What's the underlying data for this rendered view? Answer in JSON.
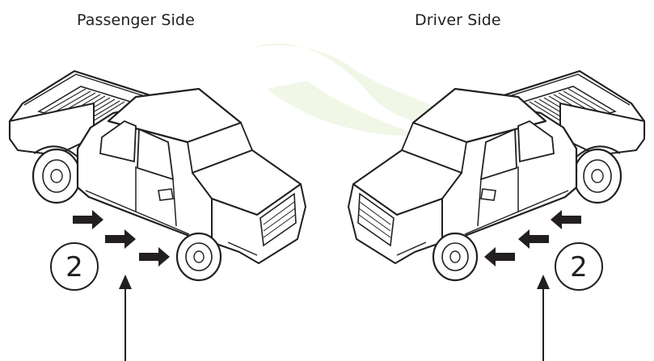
{
  "labels": {
    "passenger_side": "Passenger Side",
    "driver_side": "Driver Side"
  },
  "callouts": {
    "passenger": "2",
    "driver": "2"
  },
  "colors": {
    "line": "#231f20",
    "watermark": "#8cc63f"
  },
  "icons": {
    "vehicle": "pickup-truck-icon",
    "pointer": "arrow-up-icon",
    "locator": "block-arrow-icon"
  }
}
